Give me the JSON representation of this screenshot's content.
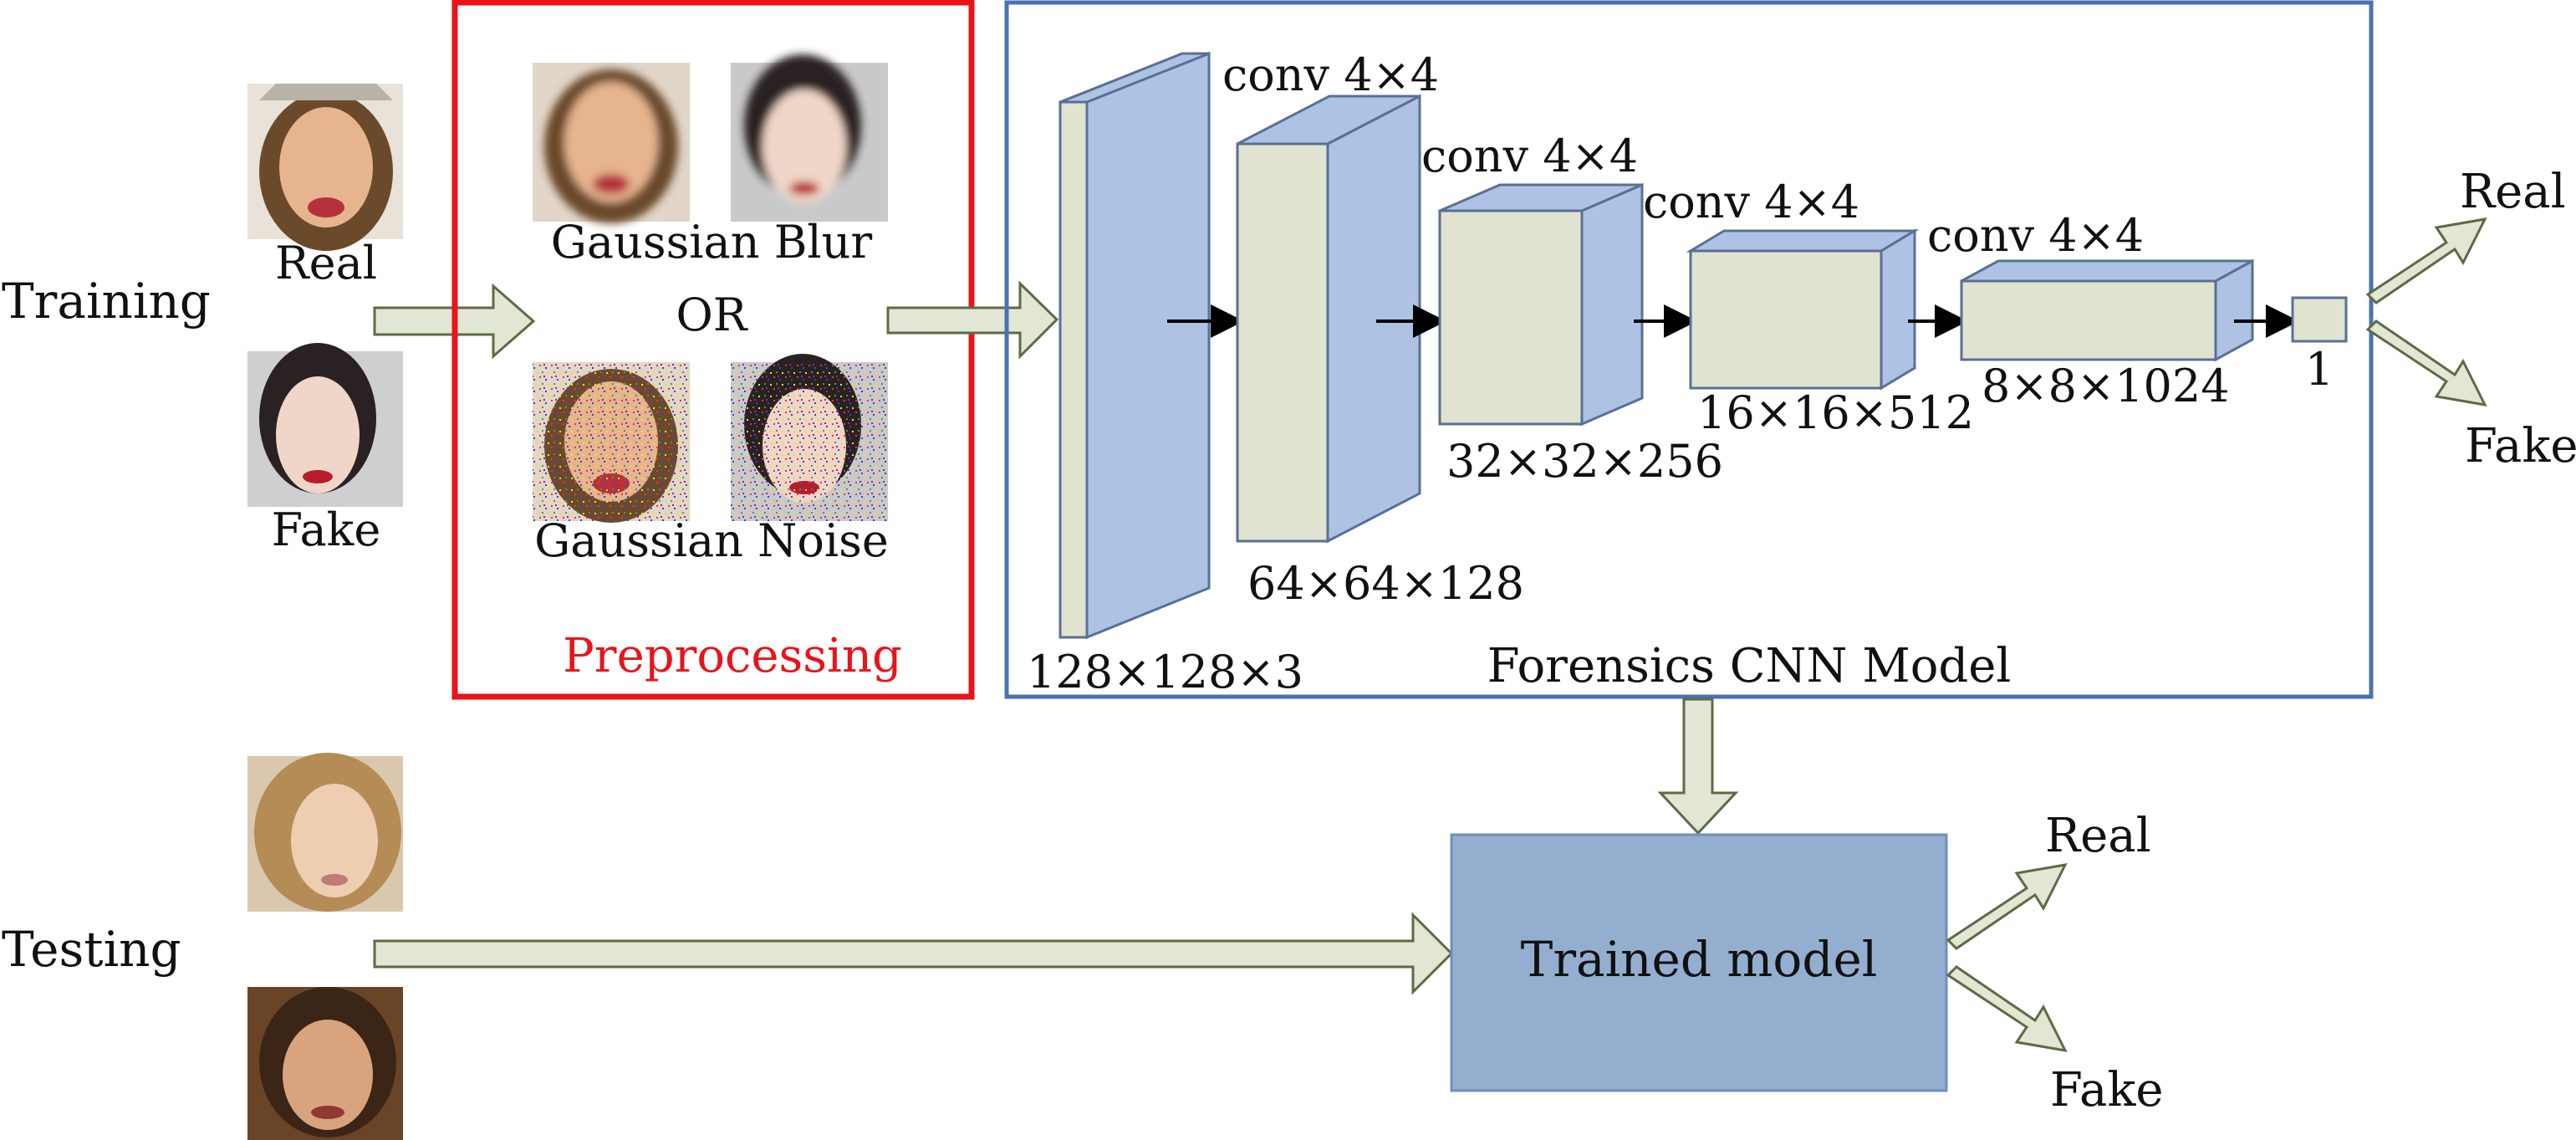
{
  "labels": {
    "training": "Training",
    "testing": "Testing",
    "real": "Real",
    "fake": "Fake",
    "gaussian_blur": "Gaussian Blur",
    "or": "OR",
    "gaussian_noise": "Gaussian Noise",
    "preprocessing": "Preprocessing",
    "cnn_model": "Forensics CNN Model",
    "trained_model": "Trained model",
    "out_real_top": "Real",
    "out_fake_top": "Fake",
    "out_real_bottom": "Real",
    "out_fake_bottom": "Fake"
  },
  "layers": [
    {
      "conv": "",
      "dims": "128×128×3"
    },
    {
      "conv": "conv 4×4",
      "dims": "64×64×128"
    },
    {
      "conv": "conv 4×4",
      "dims": "32×32×256"
    },
    {
      "conv": "conv 4×4",
      "dims": "16×16×512"
    },
    {
      "conv": "conv 4×4",
      "dims": "8×8×1024"
    },
    {
      "conv": "",
      "dims": "1"
    }
  ],
  "images": [
    {
      "name": "real-face-image",
      "kind": "face photo"
    },
    {
      "name": "fake-face-image",
      "kind": "face photo"
    },
    {
      "name": "blur-real-image",
      "kind": "blurred face"
    },
    {
      "name": "blur-fake-image",
      "kind": "blurred face"
    },
    {
      "name": "noise-real-image",
      "kind": "noisy face"
    },
    {
      "name": "noise-fake-image",
      "kind": "noisy face"
    },
    {
      "name": "test-face-1-image",
      "kind": "face photo"
    },
    {
      "name": "test-face-2-image",
      "kind": "face photo"
    }
  ],
  "colors": {
    "preprocessing_border": "#e8141b",
    "preprocessing_text": "#e8141b",
    "cnn_border": "#4a72b2",
    "layer_front": "#dfe3cf",
    "layer_side": "#aec3e4",
    "arrow_fill": "#e2e6d4",
    "arrow_stroke": "#5d6b45",
    "trained_model_fill": "#94aed0",
    "trained_model_stroke": "#6f8fbb"
  }
}
